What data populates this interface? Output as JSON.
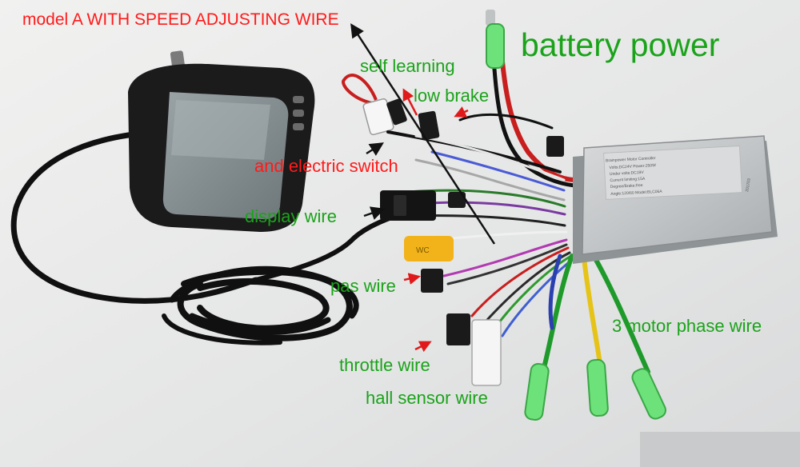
{
  "labels": {
    "title": "model A WITH SPEED ADJUSTING WIRE",
    "battery": "battery power",
    "self_learning": "self learning",
    "low_brake": "low brake",
    "electric_switch": "and electric switch",
    "display_wire": "display wire",
    "pas_wire": "pas wire",
    "motor_phase": "3 motor phase wire",
    "throttle_wire": "throttle wire",
    "hall_wire": "hall sensor wire"
  },
  "controller": {
    "title": "Brainpower Motor Controller",
    "line1": "Volts:DC24V    Power:250W",
    "line2": "Under volts:DC19V",
    "line3": "Current limiting:15A",
    "line4": "Degree/Brake:free",
    "line5": "Angle:120/60   Model:BLC06A",
    "date": "201703"
  },
  "connector_text": "WC",
  "colors": {
    "red_label": "#ff1a1a",
    "green_label": "#1aa31a",
    "background": "#e9eaea"
  }
}
